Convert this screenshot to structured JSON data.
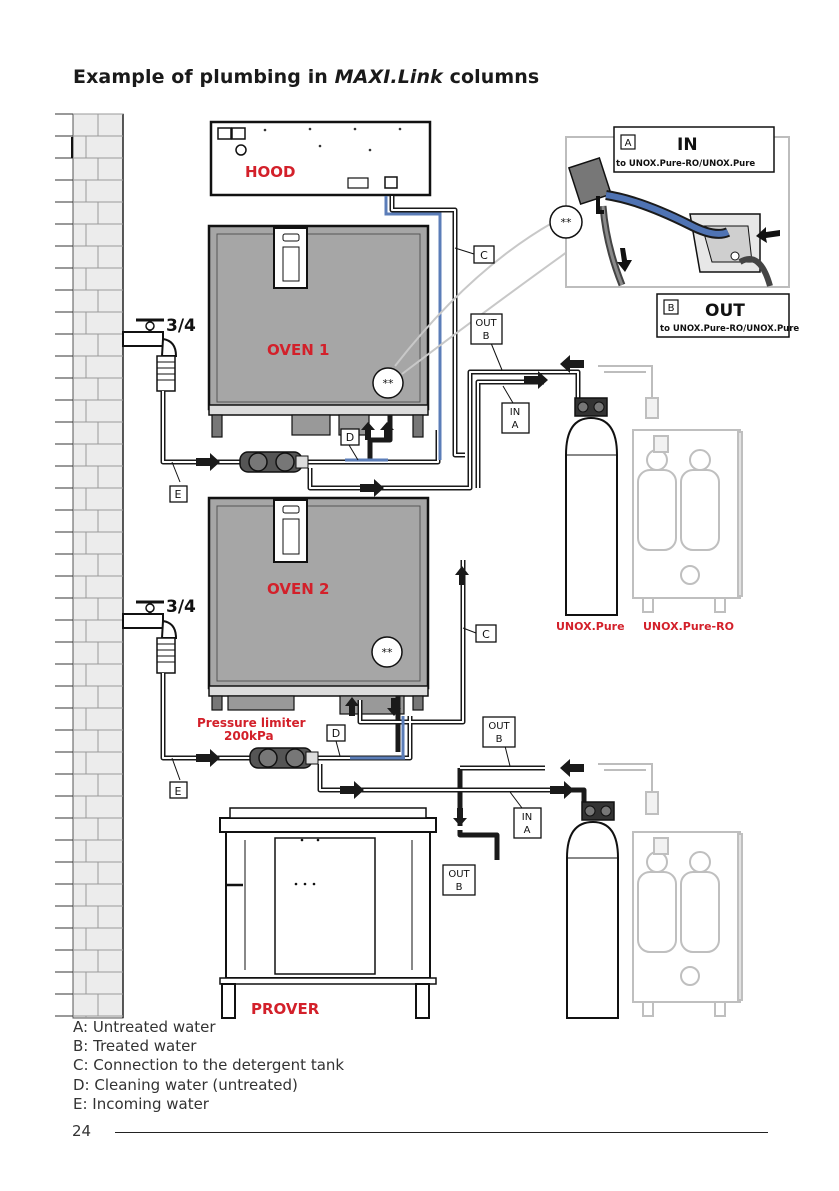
{
  "title": {
    "prefix": "Example of plumbing in ",
    "brand": "MAXI.Link",
    "suffix": " columns"
  },
  "units": {
    "hood": "HOOD",
    "oven1": "OVEN 1",
    "oven2": "OVEN 2",
    "prover": "PROVER"
  },
  "taps": {
    "top_size": "3/4",
    "bottom_size": "3/4"
  },
  "limiter": {
    "line1": "Pressure limiter",
    "line2": "200kPa"
  },
  "detail": {
    "marker": "**",
    "in_letter": "A",
    "in_label": "IN",
    "in_sub": "to UNOX.Pure-RO/UNOX.Pure",
    "out_letter": "B",
    "out_label": "OUT",
    "out_sub": "to UNOX.Pure-RO/UNOX.Pure"
  },
  "tags": {
    "c": "C",
    "d": "D",
    "e": "E",
    "out": "OUT",
    "b": "B",
    "in": "IN",
    "a": "A"
  },
  "filters": {
    "pure": "UNOX.Pure",
    "pure_ro": "UNOX.Pure-RO"
  },
  "legend": [
    "A: Untreated water",
    "B: Treated water",
    "C: Connection to the detergent tank",
    "D: Cleaning water (untreated)",
    "E: Incoming water"
  ],
  "page_number": "24",
  "colors": {
    "accent_red": "#d3202a",
    "blue_pipe": "#5b7db8",
    "oven_grey": "#a6a6a6",
    "dark": "#1a1a1a"
  }
}
